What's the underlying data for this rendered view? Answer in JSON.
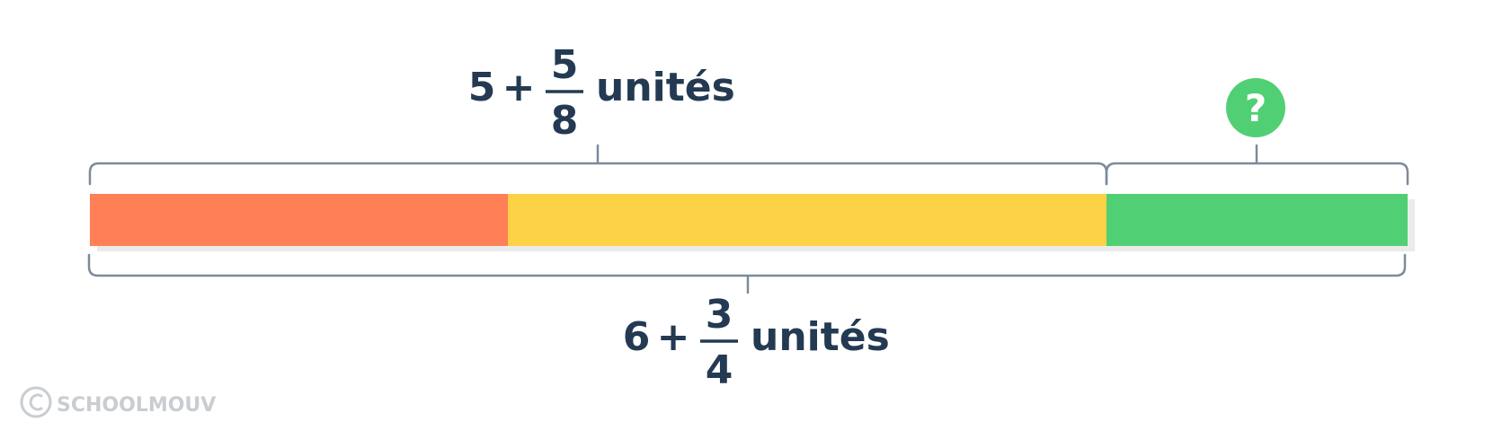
{
  "top_label": {
    "whole": "5",
    "plus": "+",
    "numerator": "5",
    "denominator": "8",
    "unit": "unités"
  },
  "question_badge": {
    "text": "?"
  },
  "bottom_label": {
    "whole": "6",
    "plus": "+",
    "numerator": "3",
    "denominator": "4",
    "unit": "unités"
  },
  "bar": {
    "total": 6.75,
    "segments": [
      {
        "name": "red",
        "color": "#ff7f57"
      },
      {
        "name": "yellow",
        "color": "#fdd244"
      },
      {
        "name": "green",
        "color": "#51cf74"
      }
    ]
  },
  "colors": {
    "text": "#233a52",
    "bracket": "#7d8a99",
    "badge": "#51cf74",
    "watermark": "#c9cdd2"
  },
  "watermark": {
    "text": "SCHOOLMOUV"
  }
}
